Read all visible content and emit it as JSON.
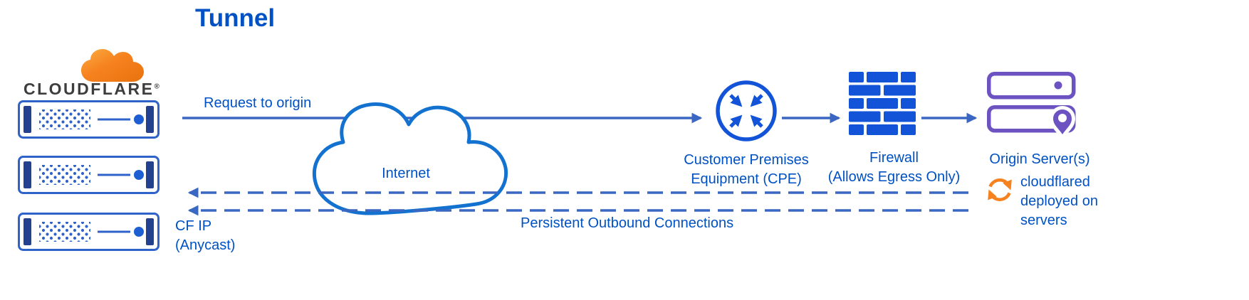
{
  "title": "Tunnel",
  "logo": {
    "wordmark": "CLOUDFLARE",
    "registered": "®"
  },
  "flow": {
    "request_label": "Request to origin",
    "internet_label": "Internet",
    "cpe_label_line1": "Customer Premises",
    "cpe_label_line2": "Equipment (CPE)",
    "firewall_label_line1": "Firewall",
    "firewall_label_line2": "(Allows Egress Only)",
    "origin_label": "Origin Server(s)",
    "persistent_label": "Persistent Outbound Connections",
    "cf_ip_line1": "CF IP",
    "cf_ip_line2": "(Anycast)",
    "cloudflared_line1": "cloudflared",
    "cloudflared_line2": "deployed on",
    "cloudflared_line3": "servers"
  },
  "colors": {
    "text_blue": "#0051c3",
    "line_blue": "#3a67c2",
    "icon_blue": "#1253d8",
    "cloud_stroke_blue": "#1372cf",
    "server_border_blue": "#2f63c9",
    "server_cap_navy": "#24418f",
    "origin_purple": "#6d53c2",
    "cloudflare_orange": "#f6821f",
    "wordmark_gray": "#3d3d3d"
  }
}
